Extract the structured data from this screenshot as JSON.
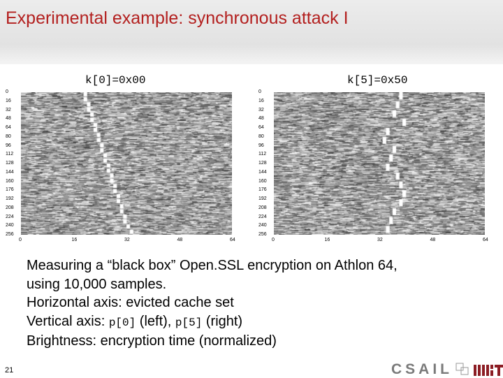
{
  "slide": {
    "title": "Experimental example: synchronous attack I",
    "page_number": "21"
  },
  "plots": [
    {
      "label": "k[0]=0x00",
      "y_ticks": [
        "0",
        "16",
        "32",
        "48",
        "64",
        "80",
        "96",
        "112",
        "128",
        "144",
        "160",
        "176",
        "192",
        "208",
        "224",
        "240",
        "256"
      ],
      "x_ticks": [
        "0",
        "16",
        "32",
        "48",
        "64"
      ],
      "highlight_columns": [
        19,
        19,
        20,
        20,
        21,
        21,
        22,
        22,
        23,
        23,
        24,
        24,
        25,
        25,
        26,
        26,
        27,
        27,
        28,
        28,
        29,
        29,
        30,
        30,
        31,
        31,
        32,
        33
      ]
    },
    {
      "label": "k[5]=0x50",
      "y_ticks": [
        "0",
        "16",
        "32",
        "48",
        "64",
        "80",
        "96",
        "112",
        "128",
        "144",
        "160",
        "176",
        "192",
        "208",
        "224",
        "240",
        "256"
      ],
      "x_ticks": [
        "0",
        "16",
        "32",
        "48",
        "64"
      ],
      "highlight_columns": [
        38,
        37,
        36,
        39,
        34,
        33,
        36,
        35,
        34,
        37,
        38,
        39,
        38,
        36,
        35,
        34
      ]
    }
  ],
  "caption": {
    "line1": "Measuring a “black box” Open.SSL encryption on Athlon 64,",
    "line2": "using 10,000 samples.",
    "line3": "Horizontal axis: evicted cache set",
    "line4_pre": "Vertical axis: ",
    "line4_code1": "p[0]",
    "line4_mid": " (left), ",
    "line4_code2": "p[5]",
    "line4_post": " (right)",
    "line5": "Brightness: encryption time (normalized)"
  },
  "logo": {
    "text": "CSAIL",
    "brand_color": "#7a7a7a"
  },
  "colors": {
    "title": "#b3201f"
  }
}
